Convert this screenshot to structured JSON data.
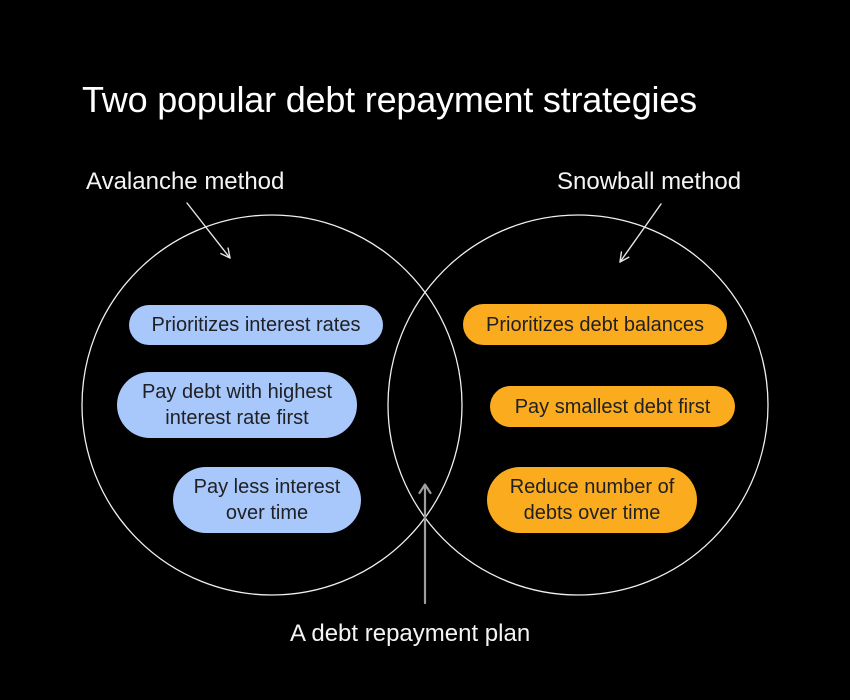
{
  "title": "Two popular debt repayment strategies",
  "colors": {
    "background": "#000000",
    "title_text": "#ffffff",
    "label_text": "#f4f4f4",
    "pill_text": "#202124",
    "circle_stroke": "#f0f0f0",
    "pointer_stroke": "#e6e6e6",
    "plan_arrow_stroke": "#9e9e9e"
  },
  "venn": {
    "left": {
      "label": "Avalanche method",
      "fill": "#a8c7fa",
      "items": [
        "Prioritizes interest rates",
        "Pay debt with highest\ninterest rate first",
        "Pay less interest\nover time"
      ]
    },
    "right": {
      "label": "Snowball method",
      "fill": "#fbab1e",
      "items": [
        "Prioritizes debt balances",
        "Pay smallest debt first",
        "Reduce number of\ndebts over time"
      ]
    },
    "intersection": {
      "label": "A debt repayment plan"
    }
  }
}
